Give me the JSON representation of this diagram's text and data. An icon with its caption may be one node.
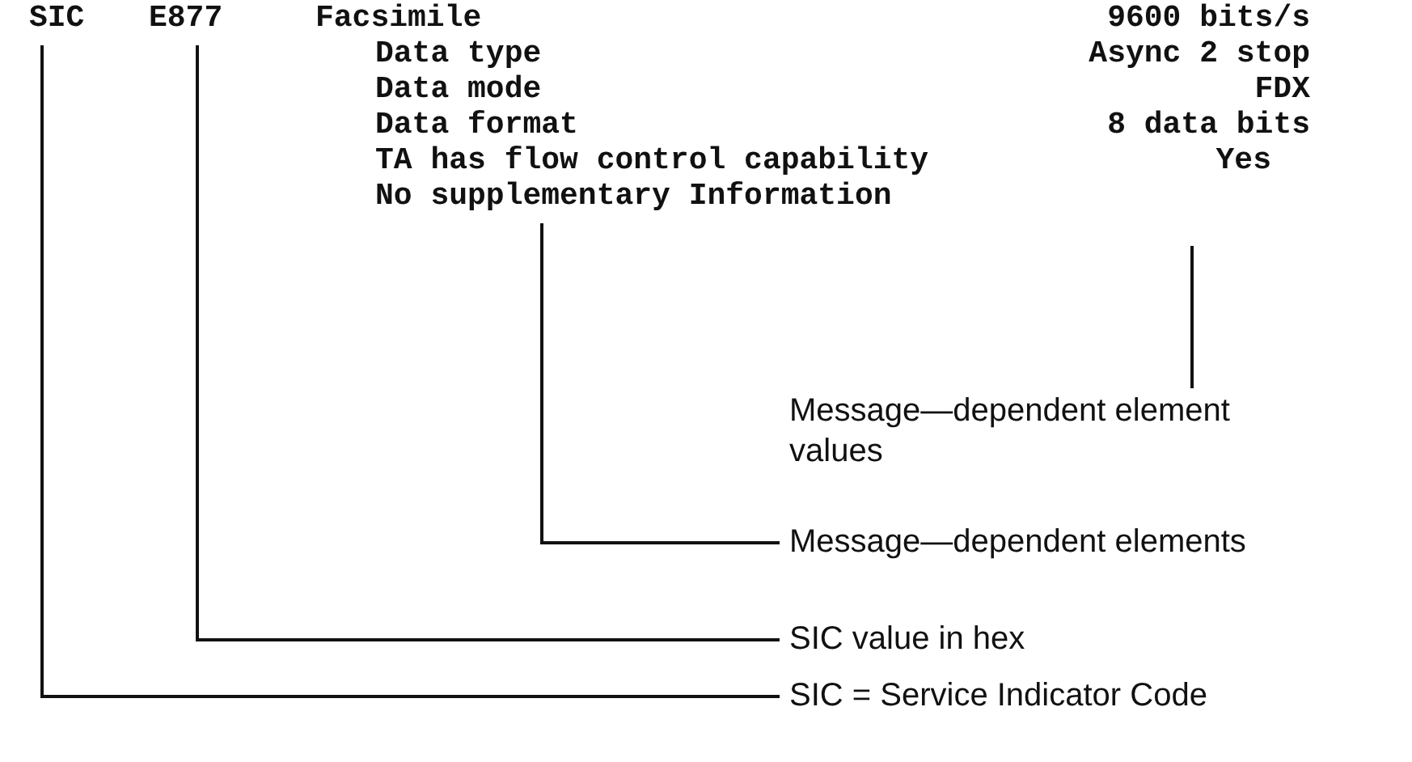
{
  "diagram": {
    "nodes": [
      {
        "text": [
          "SIC"
        ]
      },
      {
        "text": [
          "E877"
        ]
      },
      {
        "text": [
          "No supplementary Information"
        ]
      },
      {
        "text": [
          "Message—dependent element values"
        ]
      },
      {
        "text": [
          "Message—dependent elements"
        ]
      },
      {
        "text": [
          "SIC value in hex"
        ]
      },
      {
        "text": [
          "SIC = Service Indicator Code"
        ]
      }
    ],
    "edges": [
      {
        "from": 3,
        "to": null,
        "arrow": "none"
      },
      {
        "from": 4,
        "to": 2,
        "arrow": "none"
      },
      {
        "from": 5,
        "to": 1,
        "arrow": "none"
      },
      {
        "from": 6,
        "to": 0,
        "arrow": "none"
      }
    ],
    "labels": [
      "Facsimile",
      "9600 bits/s",
      "Data type",
      "Async 2 stop",
      "Data mode",
      "FDX",
      "Data format",
      "8 data bits",
      "TA has flow control capability",
      "Yes"
    ]
  }
}
